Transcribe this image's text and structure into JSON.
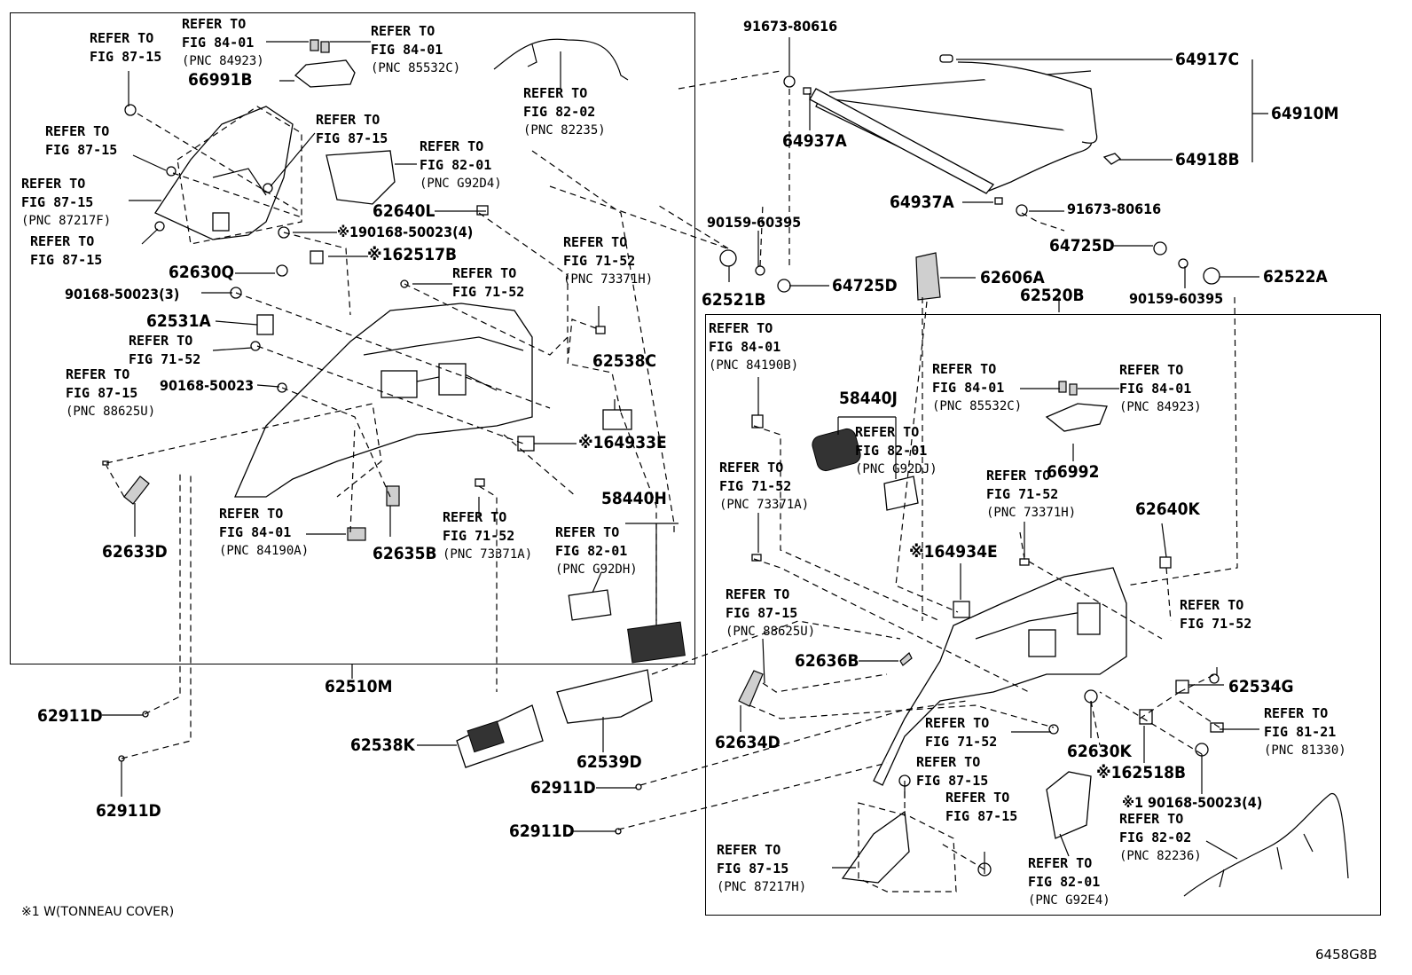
{
  "parts": {
    "p64917C": "64917C",
    "p64910M": "64910M",
    "p64918B": "64918B",
    "p64937A_1": "64937A",
    "p64937A_2": "64937A",
    "p91673_1": "91673-80616",
    "p91673_2": "91673-80616",
    "p90159_1": "90159-60395",
    "p90159_2": "90159-60395",
    "p64725D_1": "64725D",
    "p64725D_2": "64725D",
    "p62521B": "62521B",
    "p62606A": "62606A",
    "p62522A": "62522A",
    "p62520B": "62520B",
    "p66991B": "66991B",
    "p62640L": "62640L",
    "p190168_50023_4a": "※190168-50023(4)",
    "p162517B": "※162517B",
    "p62630Q": "62630Q",
    "p90168_50023_3": "90168-50023(3)",
    "p62531A": "62531A",
    "p90168_50023": "90168-50023",
    "p62538C": "62538C",
    "p164933E": "※164933E",
    "p58440H": "58440H",
    "p62633D": "62633D",
    "p62635B": "62635B",
    "p62510M": "62510M",
    "p62911D_1": "62911D",
    "p62911D_2": "62911D",
    "p62911D_3": "62911D",
    "p62911D_4": "62911D",
    "p62538K": "62538K",
    "p62539D": "62539D",
    "p58440J": "58440J",
    "p66992": "66992",
    "p62640K": "62640K",
    "p164934E": "※164934E",
    "p62636B": "62636B",
    "p62534G": "62534G",
    "p62634D": "62634D",
    "p62630K": "62630K",
    "p162518B": "※162518B",
    "p190168_50023_4b": "※1 90168-50023(4)"
  },
  "refs": {
    "r1": {
      "l1": "REFER TO",
      "l2": "FIG 87-15",
      "pnc": ""
    },
    "r2": {
      "l1": "REFER TO",
      "l2": "FIG 84-01",
      "pnc": "(PNC 84923)"
    },
    "r3": {
      "l1": "REFER TO",
      "l2": "FIG 84-01",
      "pnc": "(PNC 85532C)"
    },
    "r4": {
      "l1": "REFER TO",
      "l2": "FIG 82-02",
      "pnc": "(PNC 82235)"
    },
    "r5": {
      "l1": "REFER TO",
      "l2": "FIG 87-15",
      "pnc": ""
    },
    "r6": {
      "l1": "REFER TO",
      "l2": "FIG 87-15",
      "pnc": ""
    },
    "r7": {
      "l1": "REFER TO",
      "l2": "FIG 82-01",
      "pnc": "(PNC G92D4)"
    },
    "r8": {
      "l1": "REFER TO",
      "l2": "FIG 87-15",
      "pnc": "(PNC 87217F)"
    },
    "r9": {
      "l1": "REFER TO",
      "l2": "FIG 87-15",
      "pnc": ""
    },
    "r10": {
      "l1": "REFER TO",
      "l2": "FIG 71-52",
      "pnc": "(PNC 73371H)"
    },
    "r11": {
      "l1": "REFER TO",
      "l2": "FIG 71-52",
      "pnc": ""
    },
    "r12": {
      "l1": "REFER TO",
      "l2": "FIG 71-52",
      "pnc": ""
    },
    "r13": {
      "l1": "REFER TO",
      "l2": "FIG 87-15",
      "pnc": "(PNC 88625U)"
    },
    "r14": {
      "l1": "REFER TO",
      "l2": "FIG 84-01",
      "pnc": "(PNC 84190A)"
    },
    "r15": {
      "l1": "REFER TO",
      "l2": "FIG 71-52",
      "pnc": "(PNC 73371A)"
    },
    "r16": {
      "l1": "REFER TO",
      "l2": "FIG 82-01",
      "pnc": "(PNC G92DH)"
    },
    "r17": {
      "l1": "REFER TO",
      "l2": "FIG 84-01",
      "pnc": "(PNC 84190B)"
    },
    "r18": {
      "l1": "REFER TO",
      "l2": "FIG 82-01",
      "pnc": "(PNC G92DJ)"
    },
    "r19": {
      "l1": "REFER TO",
      "l2": "FIG 84-01",
      "pnc": "(PNC 85532C)"
    },
    "r20": {
      "l1": "REFER TO",
      "l2": "FIG 84-01",
      "pnc": "(PNC 84923)"
    },
    "r21": {
      "l1": "REFER TO",
      "l2": "FIG 71-52",
      "pnc": "(PNC 73371A)"
    },
    "r22": {
      "l1": "REFER TO",
      "l2": "FIG 71-52",
      "pnc": "(PNC 73371H)"
    },
    "r23": {
      "l1": "REFER TO",
      "l2": "FIG 87-15",
      "pnc": "(PNC 88625U)"
    },
    "r24": {
      "l1": "REFER TO",
      "l2": "FIG 71-52",
      "pnc": ""
    },
    "r25": {
      "l1": "REFER TO",
      "l2": "FIG 71-52",
      "pnc": ""
    },
    "r26": {
      "l1": "REFER TO",
      "l2": "FIG 81-21",
      "pnc": "(PNC 81330)"
    },
    "r27": {
      "l1": "REFER TO",
      "l2": "FIG 87-15",
      "pnc": ""
    },
    "r28": {
      "l1": "REFER TO",
      "l2": "FIG 87-15",
      "pnc": ""
    },
    "r29": {
      "l1": "REFER TO",
      "l2": "FIG 82-02",
      "pnc": "(PNC 82236)"
    },
    "r30": {
      "l1": "REFER TO",
      "l2": "FIG 87-15",
      "pnc": "(PNC 87217H)"
    },
    "r31": {
      "l1": "REFER TO",
      "l2": "FIG 82-01",
      "pnc": "(PNC G92E4)"
    }
  },
  "footnote": "※1 W(TONNEAU COVER)",
  "diagram_code": "6458G8B"
}
